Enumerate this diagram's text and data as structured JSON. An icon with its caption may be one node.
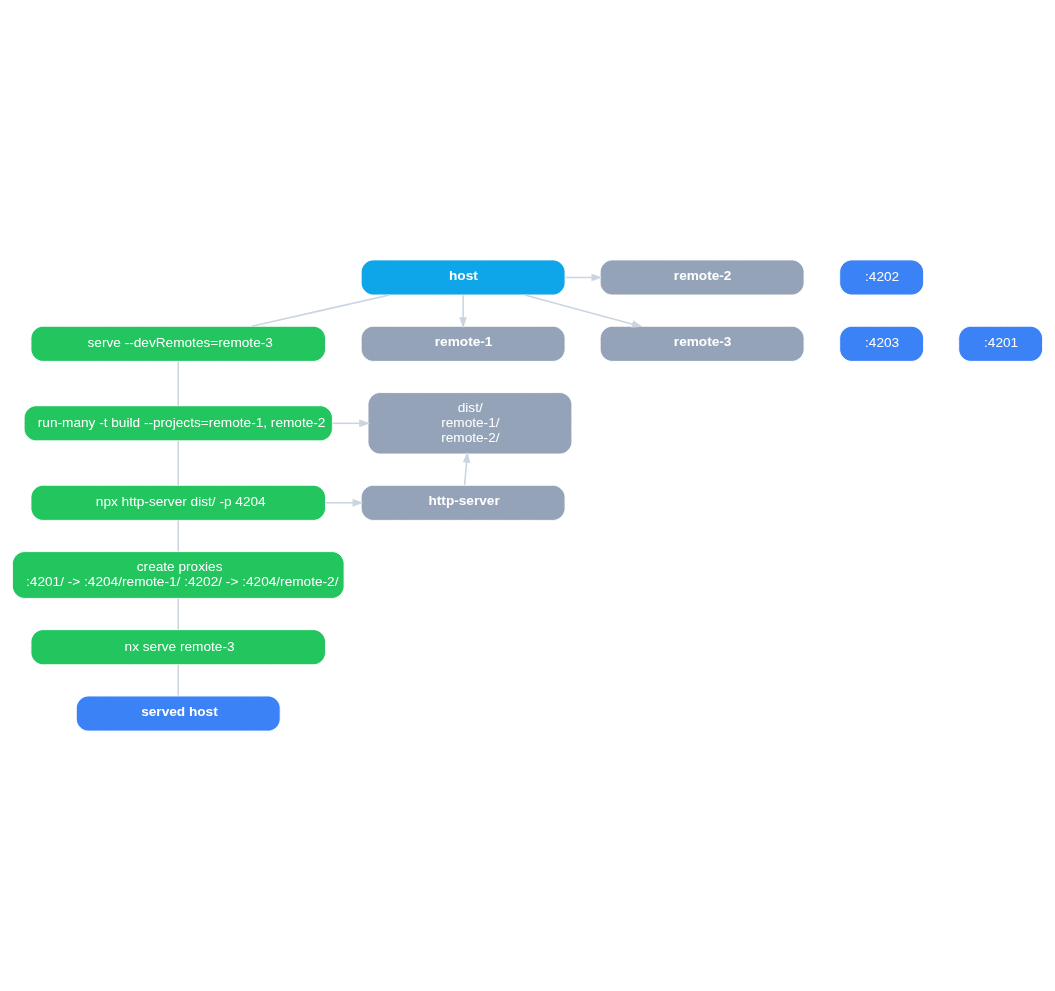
{
  "diagram": {
    "nodes": [
      {
        "text": [
          "host"
        ]
      },
      {
        "text": [
          "remote-1"
        ]
      },
      {
        "text": [
          ":4201"
        ]
      },
      {
        "text": [
          "remote-2"
        ]
      },
      {
        "text": [
          ":4202"
        ]
      },
      {
        "text": [
          "remote-3"
        ]
      },
      {
        "text": [
          ":4203"
        ]
      },
      {
        "text": [
          "serve --devRemotes=remote-3"
        ]
      },
      {
        "text": [
          "run-many -t build --projects=remote-1, remote-2"
        ]
      },
      {
        "text": [
          "npx http-server dist/ -p 4204"
        ]
      },
      {
        "text": [
          "create proxies",
          ":4201/ -> :4204/remote-1/ :4202/ -> :4204/remote-2/"
        ]
      },
      {
        "text": [
          "nx serve remote-3"
        ]
      },
      {
        "text": [
          "served host"
        ]
      },
      {
        "text": [
          "dist/",
          "remote-1/",
          "remote-2/"
        ]
      },
      {
        "text": [
          "http-server"
        ]
      }
    ],
    "edges": [
      {
        "from": 0,
        "to": 1,
        "arrow": "to"
      },
      {
        "from": 0,
        "to": 3,
        "arrow": "to"
      },
      {
        "from": 0,
        "to": 5,
        "arrow": "to"
      },
      {
        "from": 0,
        "to": 7,
        "arrow": "none"
      },
      {
        "from": 7,
        "to": 8,
        "arrow": "none"
      },
      {
        "from": 8,
        "to": 9,
        "arrow": "none"
      },
      {
        "from": 9,
        "to": 10,
        "arrow": "none"
      },
      {
        "from": 10,
        "to": 11,
        "arrow": "none"
      },
      {
        "from": 11,
        "to": 12,
        "arrow": "none"
      },
      {
        "from": 8,
        "to": 13,
        "arrow": "to"
      },
      {
        "from": 9,
        "to": 14,
        "arrow": "to"
      },
      {
        "from": 14,
        "to": 13,
        "arrow": "to"
      }
    ]
  }
}
